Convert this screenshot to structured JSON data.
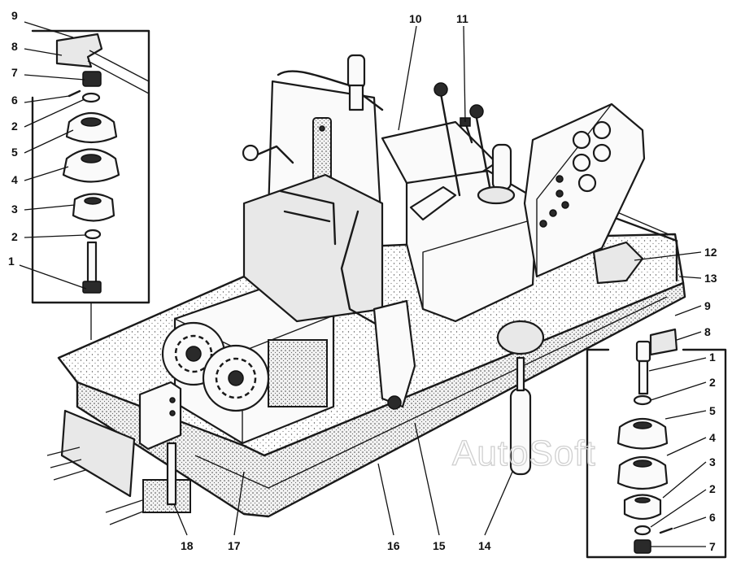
{
  "watermark": "AutoSoft",
  "callouts": {
    "left_inset": [
      "9",
      "8",
      "7",
      "6",
      "2",
      "5",
      "4",
      "3",
      "2",
      "1"
    ],
    "right_inset": [
      "9",
      "8",
      "1",
      "2",
      "5",
      "4",
      "3",
      "2",
      "6",
      "7"
    ],
    "top": [
      "10",
      "11"
    ],
    "right_side": [
      "12",
      "13"
    ],
    "bottom": [
      "18",
      "17",
      "16",
      "15",
      "14"
    ]
  }
}
